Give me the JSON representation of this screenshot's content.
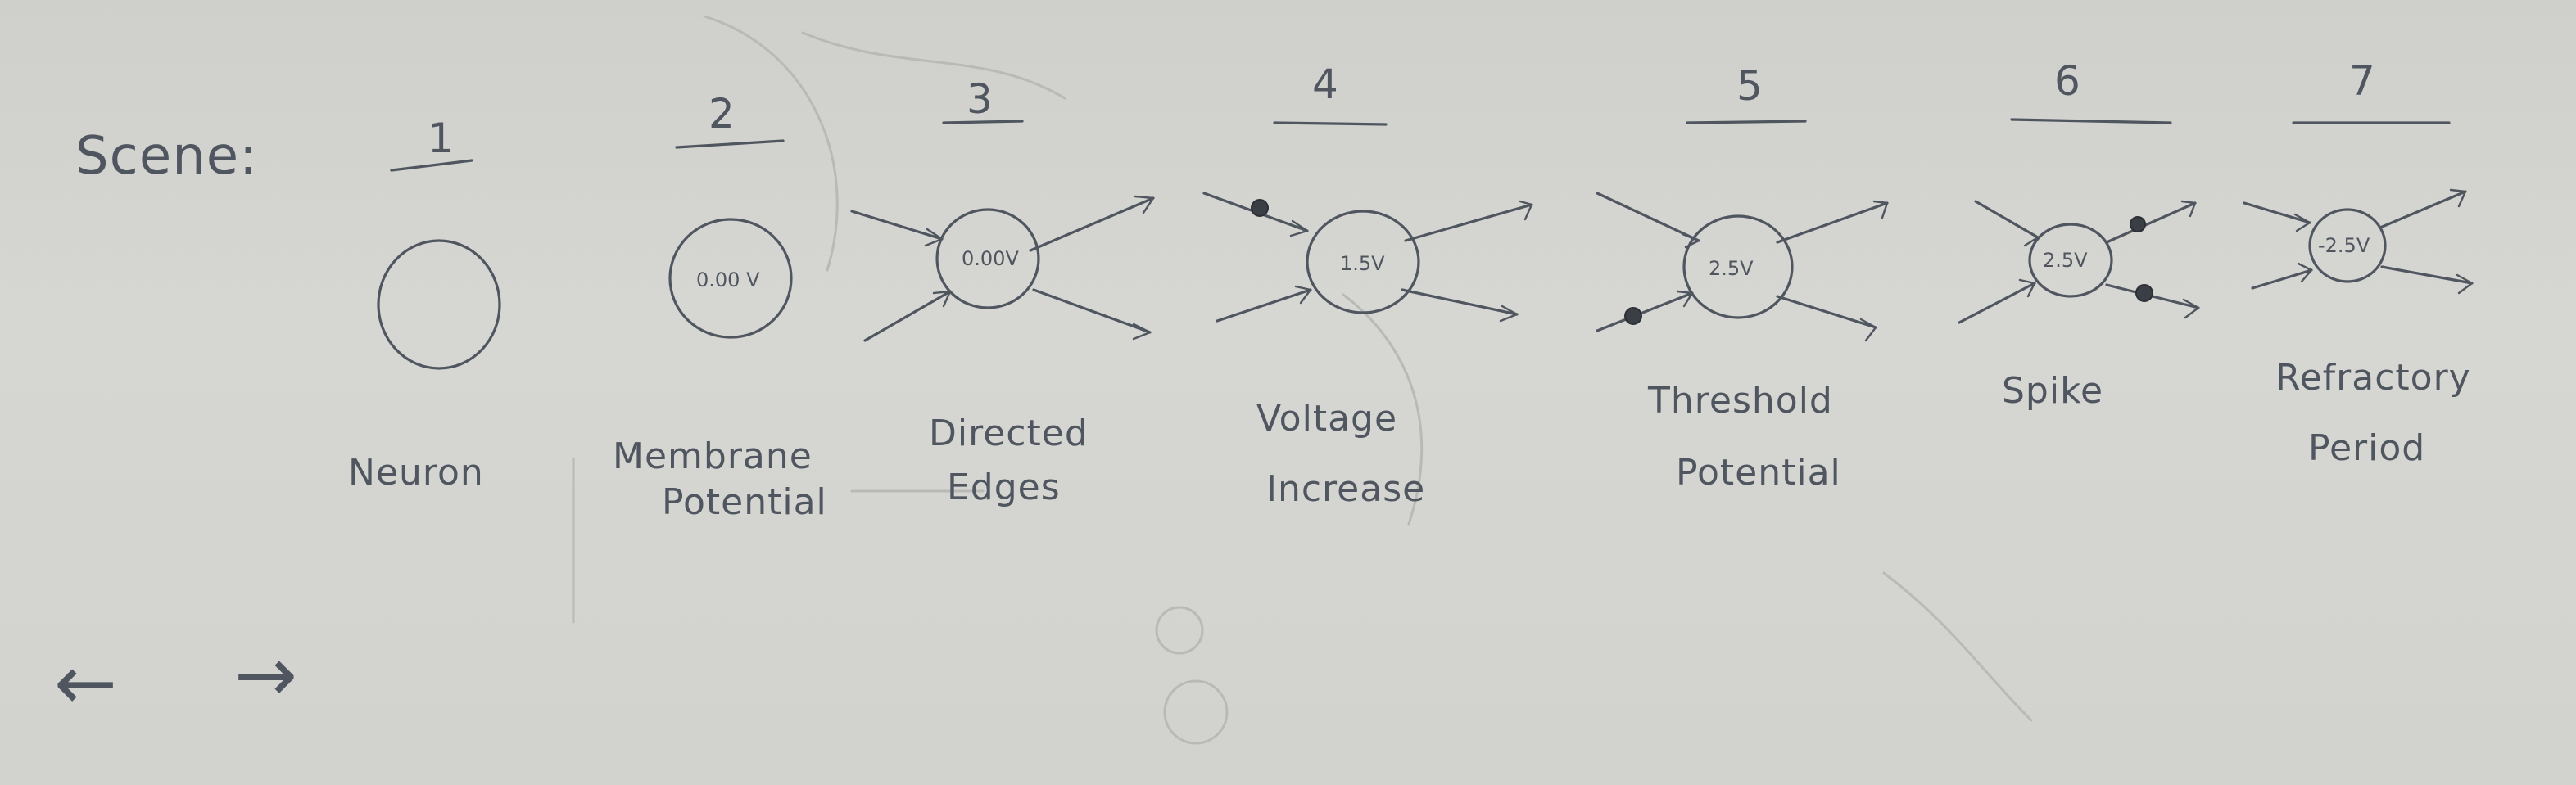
{
  "scene_label": "Scene:",
  "scenes": [
    {
      "number": "1",
      "label_lines": [
        "Neuron"
      ],
      "voltage": ""
    },
    {
      "number": "2",
      "label_lines": [
        "Membrane",
        "Potential"
      ],
      "voltage": "0.00 V"
    },
    {
      "number": "3",
      "label_lines": [
        "Directed",
        "Edges"
      ],
      "voltage": "0.00V"
    },
    {
      "number": "4",
      "label_lines": [
        "Voltage",
        "Increase"
      ],
      "voltage": "1.5V"
    },
    {
      "number": "5",
      "label_lines": [
        "Threshold",
        "Potential"
      ],
      "voltage": "2.5V"
    },
    {
      "number": "6",
      "label_lines": [
        "Spike"
      ],
      "voltage": "2.5V"
    },
    {
      "number": "7",
      "label_lines": [
        "Refractory",
        "Period"
      ],
      "voltage": "-2.5V"
    }
  ],
  "nav": {
    "prev": "←",
    "next": "→"
  },
  "colors": {
    "ink": "#4f5660",
    "board": "#d4d4d0",
    "ghost": "#b9b9b5"
  }
}
